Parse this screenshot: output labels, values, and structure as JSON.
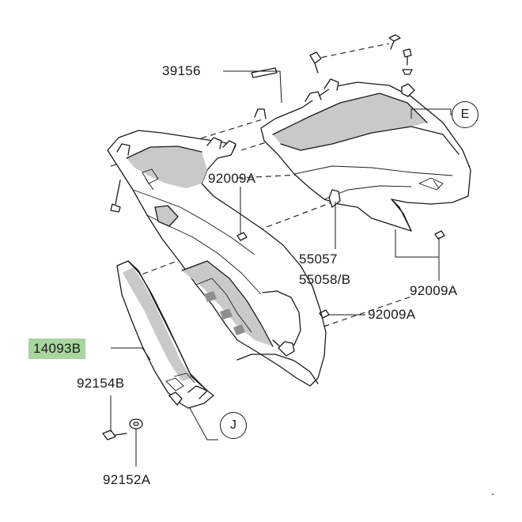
{
  "callouts": {
    "p39156": "39156",
    "p92009a_top": "92009A",
    "p55057": "55057",
    "p55058b": "55058/B",
    "p92009a_right": "92009A",
    "p92009a_mid": "92009A",
    "p14093b": "14093B",
    "p92154b": "92154B",
    "p92152a": "92152A"
  },
  "refs": {
    "e": "E",
    "j": "J"
  },
  "corner_mark": "-",
  "colors": {
    "highlight": "#a8d5a0",
    "line": "#1a1a1a",
    "shade": "#c9c9c9"
  }
}
